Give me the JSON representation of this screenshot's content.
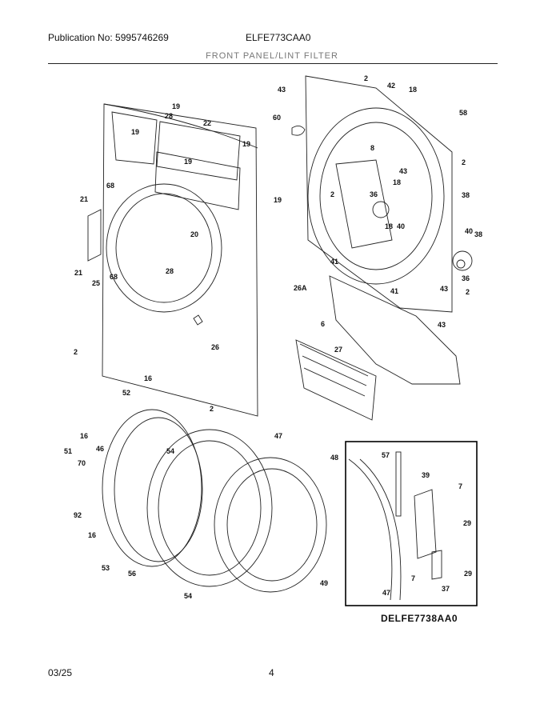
{
  "header": {
    "publication": "Publication No: 5995746269",
    "model": "ELFE773CAA0",
    "section_title": "FRONT PANEL/LINT FILTER"
  },
  "callouts": [
    "2",
    "42",
    "43",
    "18",
    "58",
    "60",
    "8",
    "2",
    "18",
    "43",
    "38",
    "36",
    "2",
    "40",
    "18",
    "40",
    "38",
    "36",
    "2",
    "41",
    "41",
    "43",
    "43",
    "6",
    "27",
    "19",
    "28",
    "22",
    "19",
    "19",
    "19",
    "21",
    "68",
    "20",
    "19",
    "21",
    "25",
    "68",
    "28",
    "26A",
    "26",
    "2",
    "16",
    "52",
    "2",
    "16",
    "47",
    "46",
    "51",
    "70",
    "54",
    "48",
    "57",
    "39",
    "7",
    "92",
    "16",
    "29",
    "53",
    "56",
    "54",
    "49",
    "47",
    "7",
    "37",
    "29"
  ],
  "inset": {
    "model": "DELFE7738AA0"
  },
  "footer": {
    "date": "03/25",
    "page": "4"
  },
  "colors": {
    "line": "#222222",
    "inset_border": "#000000",
    "title": "#777777"
  }
}
